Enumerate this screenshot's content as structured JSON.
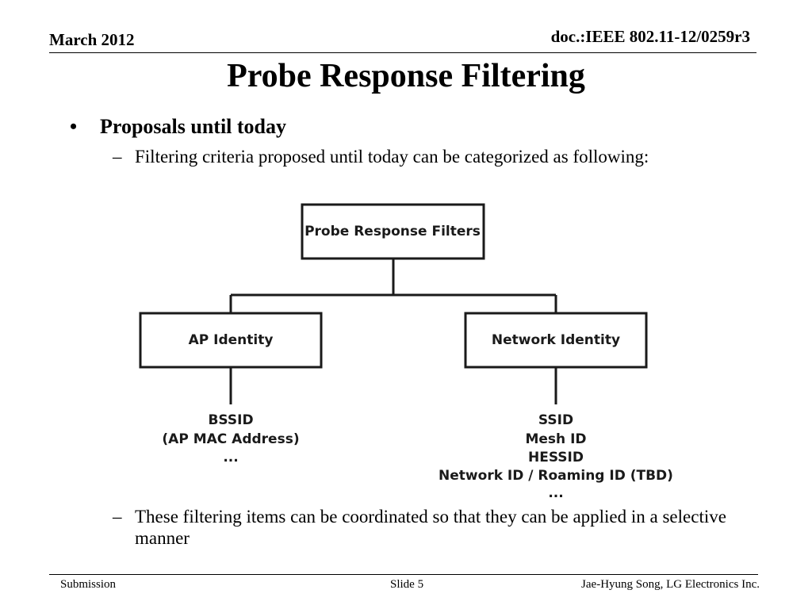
{
  "header": {
    "date": "March 2012",
    "doc_id": "doc.:IEEE 802.11-12/0259r3"
  },
  "title": "Probe Response Filtering",
  "bullet": {
    "marker": "•",
    "text": "Proposals until today"
  },
  "sub_items": [
    {
      "marker": "–",
      "text": "Filtering criteria proposed until today can be categorized as following:"
    },
    {
      "marker": "–",
      "text": "These filtering items can be coordinated so that they can be applied in a selective manner"
    }
  ],
  "diagram": {
    "root": "Probe Response Filters",
    "left_box": "AP Identity",
    "right_box": "Network Identity",
    "left_items": [
      "BSSID",
      "(AP MAC Address)",
      "..."
    ],
    "right_items": [
      "SSID",
      "Mesh ID",
      "HESSID",
      "Network ID / Roaming ID (TBD)",
      "..."
    ]
  },
  "footer": {
    "left": "Submission",
    "center": "Slide 5",
    "right": "Jae-Hyung Song, LG Electronics Inc."
  }
}
